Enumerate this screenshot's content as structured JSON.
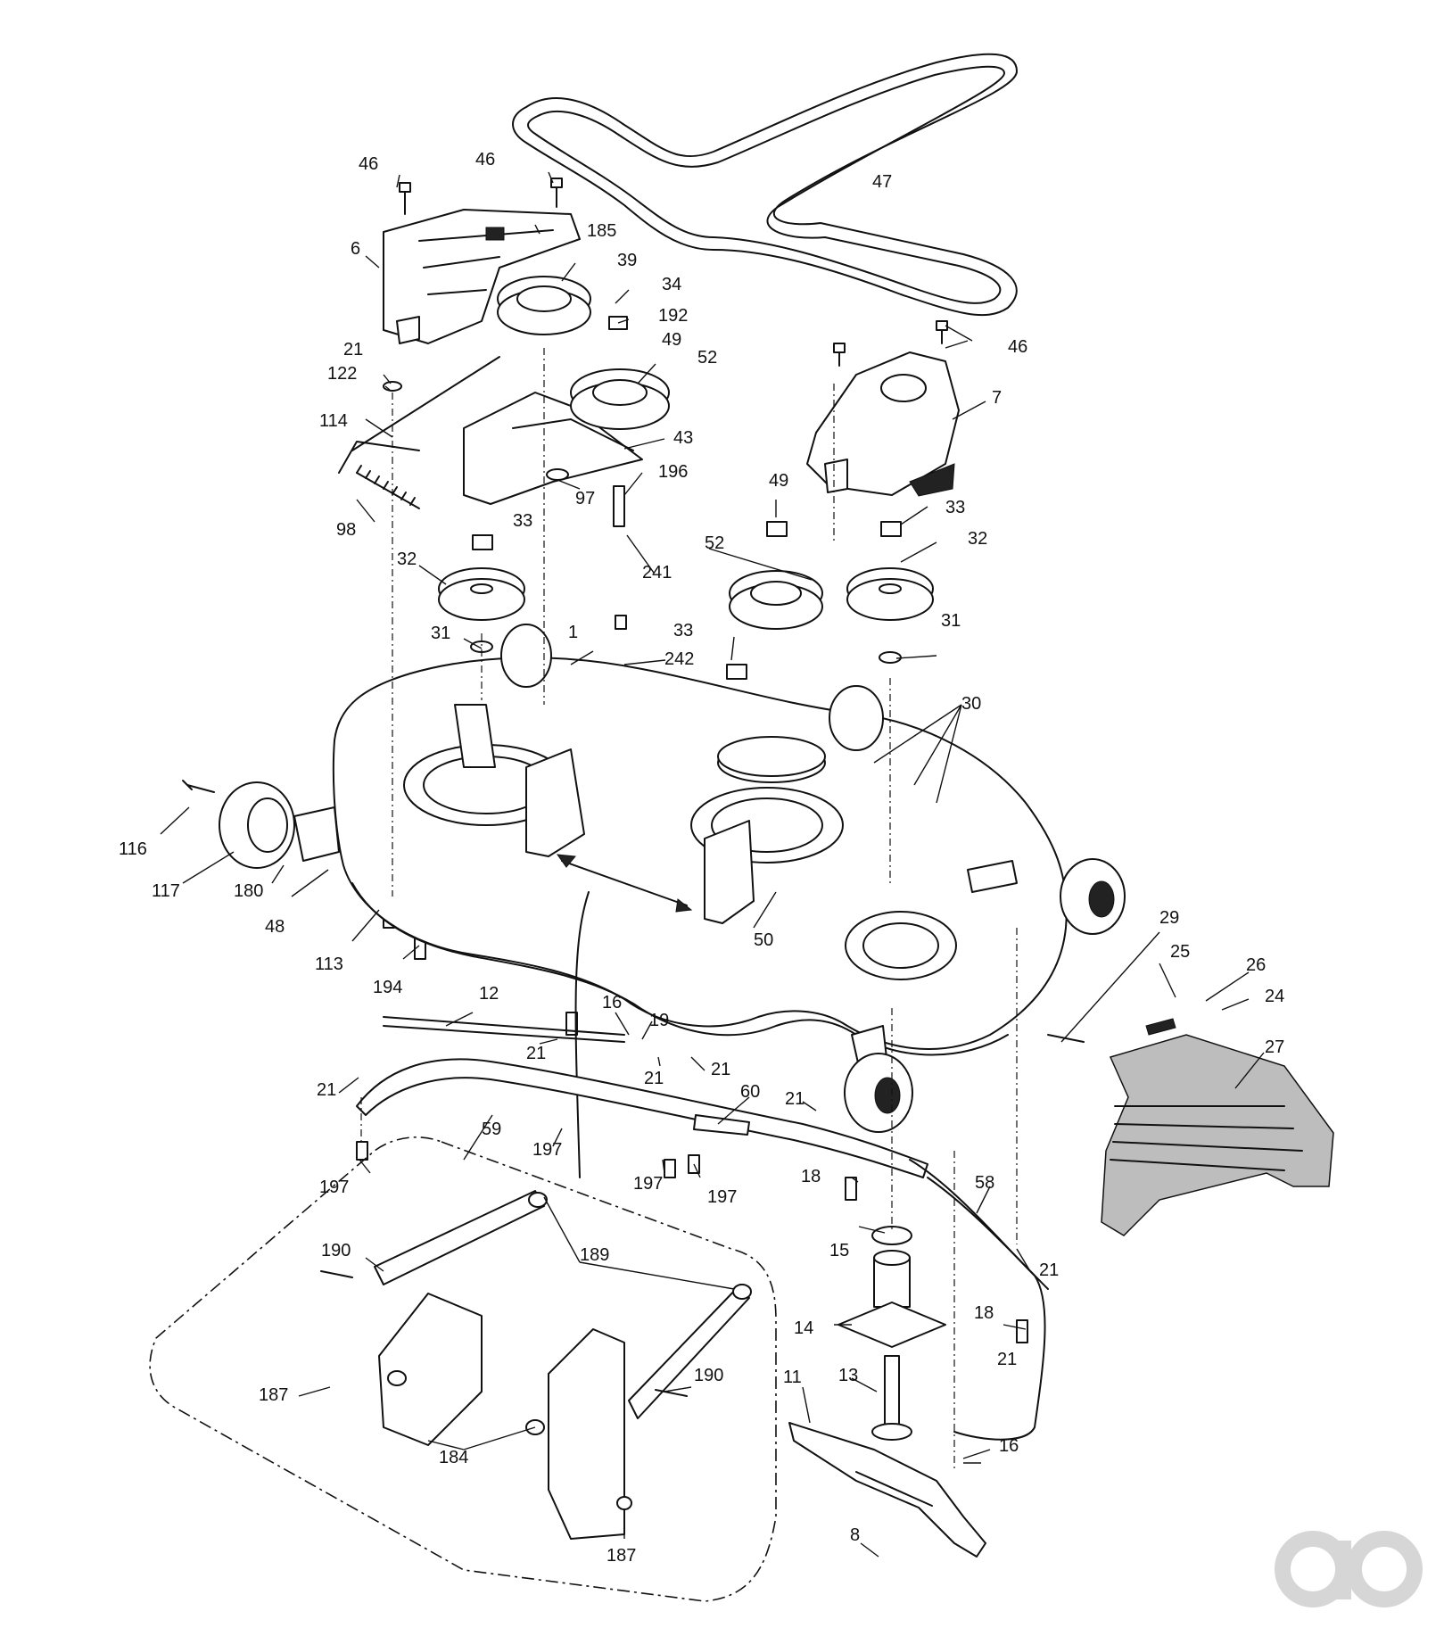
{
  "callouts": [
    {
      "id": "c46a",
      "text": "46"
    },
    {
      "id": "c46b",
      "text": "46"
    },
    {
      "id": "c46c",
      "text": "46"
    },
    {
      "id": "c6",
      "text": "6"
    },
    {
      "id": "c185",
      "text": "185"
    },
    {
      "id": "c39",
      "text": "39"
    },
    {
      "id": "c34",
      "text": "34"
    },
    {
      "id": "c192",
      "text": "192"
    },
    {
      "id": "c49a",
      "text": "49"
    },
    {
      "id": "c52a",
      "text": "52"
    },
    {
      "id": "c21a",
      "text": "21"
    },
    {
      "id": "c122",
      "text": "122"
    },
    {
      "id": "c114",
      "text": "114"
    },
    {
      "id": "c43",
      "text": "43"
    },
    {
      "id": "c196",
      "text": "196"
    },
    {
      "id": "c97",
      "text": "97"
    },
    {
      "id": "c98",
      "text": "98"
    },
    {
      "id": "c33a",
      "text": "33"
    },
    {
      "id": "c47",
      "text": "47"
    },
    {
      "id": "c7",
      "text": "7"
    },
    {
      "id": "c49b",
      "text": "49"
    },
    {
      "id": "c33b",
      "text": "33"
    },
    {
      "id": "c32a",
      "text": "32"
    },
    {
      "id": "c52b",
      "text": "52"
    },
    {
      "id": "c32b",
      "text": "32"
    },
    {
      "id": "c241",
      "text": "241"
    },
    {
      "id": "c31a",
      "text": "31"
    },
    {
      "id": "c1",
      "text": "1"
    },
    {
      "id": "c33c",
      "text": "33"
    },
    {
      "id": "c242",
      "text": "242"
    },
    {
      "id": "c31b",
      "text": "31"
    },
    {
      "id": "c30",
      "text": "30"
    },
    {
      "id": "c116",
      "text": "116"
    },
    {
      "id": "c117",
      "text": "117"
    },
    {
      "id": "c180",
      "text": "180"
    },
    {
      "id": "c48",
      "text": "48"
    },
    {
      "id": "c113",
      "text": "113"
    },
    {
      "id": "c194",
      "text": "194"
    },
    {
      "id": "c50",
      "text": "50"
    },
    {
      "id": "c29",
      "text": "29"
    },
    {
      "id": "c25",
      "text": "25"
    },
    {
      "id": "c26",
      "text": "26"
    },
    {
      "id": "c24",
      "text": "24"
    },
    {
      "id": "c27",
      "text": "27"
    },
    {
      "id": "c12",
      "text": "12"
    },
    {
      "id": "c16a",
      "text": "16"
    },
    {
      "id": "c19",
      "text": "19"
    },
    {
      "id": "c21b",
      "text": "21"
    },
    {
      "id": "c21c",
      "text": "21"
    },
    {
      "id": "c21d",
      "text": "21"
    },
    {
      "id": "c21e",
      "text": "21"
    },
    {
      "id": "c21f",
      "text": "21"
    },
    {
      "id": "c60",
      "text": "60"
    },
    {
      "id": "c59",
      "text": "59"
    },
    {
      "id": "c197a",
      "text": "197"
    },
    {
      "id": "c197b",
      "text": "197"
    },
    {
      "id": "c197c",
      "text": "197"
    },
    {
      "id": "c197d",
      "text": "197"
    },
    {
      "id": "c18a",
      "text": "18"
    },
    {
      "id": "c58",
      "text": "58"
    },
    {
      "id": "c15",
      "text": "15"
    },
    {
      "id": "c21g",
      "text": "21"
    },
    {
      "id": "c14",
      "text": "14"
    },
    {
      "id": "c18b",
      "text": "18"
    },
    {
      "id": "c190a",
      "text": "190"
    },
    {
      "id": "c189",
      "text": "189"
    },
    {
      "id": "c187a",
      "text": "187"
    },
    {
      "id": "c184",
      "text": "184"
    },
    {
      "id": "c190b",
      "text": "190"
    },
    {
      "id": "c187b",
      "text": "187"
    },
    {
      "id": "c21h",
      "text": "21"
    },
    {
      "id": "c13",
      "text": "13"
    },
    {
      "id": "c11",
      "text": "11"
    },
    {
      "id": "c16b",
      "text": "16"
    },
    {
      "id": "c8",
      "text": "8"
    }
  ]
}
